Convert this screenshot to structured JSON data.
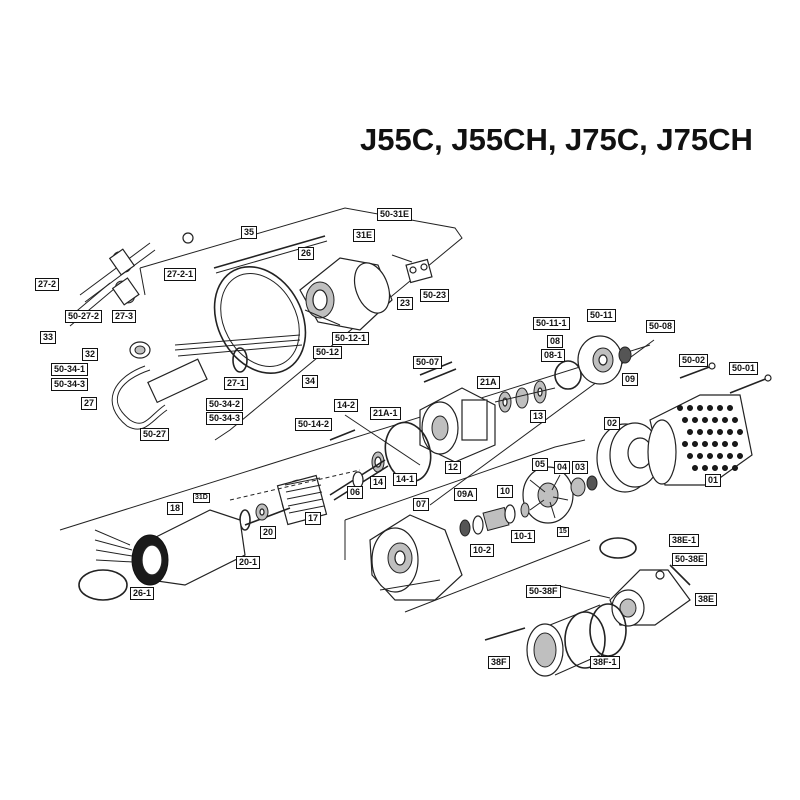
{
  "title": "J55C, J55CH, J75C, J75CH",
  "parts": {
    "p35": "35",
    "p50_31E": "50-31E",
    "p31E": "31E",
    "p26": "26",
    "p27_2": "27-2",
    "p27_2_1": "27-2-1",
    "p50_27_2": "50-27-2",
    "p27_3": "27-3",
    "p33": "33",
    "p23": "23",
    "p50_23": "50-23",
    "p50_12_1": "50-12-1",
    "p50_12": "50-12",
    "p32": "32",
    "p50_34_1": "50-34-1",
    "p50_34_3": "50-34-3",
    "p27": "27",
    "p27_1": "27-1",
    "p34": "34",
    "p50_34_2": "50-34-2",
    "p50_34_3b": "50-34-3",
    "p50_27": "50-27",
    "p50_11_1": "50-11-1",
    "p50_11": "50-11",
    "p50_08": "50-08",
    "p08": "08",
    "p08_1": "08-1",
    "p09": "09",
    "p50_07": "50-07",
    "p21A": "21A",
    "p13": "13",
    "p50_02": "50-02",
    "p50_01": "50-01",
    "p14_2": "14-2",
    "p50_14_2": "50-14-2",
    "p21A_1": "21A-1",
    "p12": "12",
    "p02": "02",
    "p14": "14",
    "p14_1": "14-1",
    "p06": "06",
    "p05": "05",
    "p04": "04",
    "p03": "03",
    "p01": "01",
    "p31D": "31D",
    "p18": "18",
    "p20": "20",
    "p17": "17",
    "p20_1": "20-1",
    "p26_1": "26-1",
    "p07": "07",
    "p09A": "09A",
    "p10": "10",
    "p10_1": "10-1",
    "p15": "15",
    "p10_2": "10-2",
    "p38E_1": "38E-1",
    "p50_38E": "50-38E",
    "p50_38F": "50-38F",
    "p38E": "38E",
    "p38F": "38F",
    "p38F_1": "38F-1"
  }
}
